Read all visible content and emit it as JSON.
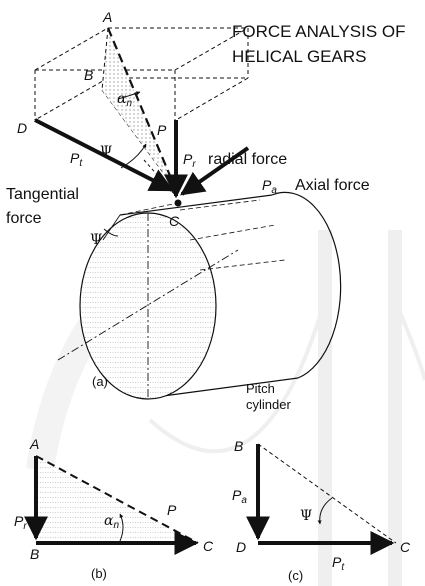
{
  "title": {
    "line1": "FORCE ANALYSIS OF",
    "line2": "HELICAL GEARS"
  },
  "labels": {
    "fig_a": {
      "A": "A",
      "B": "B",
      "C": "C",
      "D": "D",
      "P": "P",
      "Pt": "P",
      "Pt_sub": "t",
      "Pr": "P",
      "Pr_sub": "r",
      "Pa": "P",
      "Pa_sub": "a",
      "alpha": "α",
      "alpha_sub": "n",
      "psi": "Ψ",
      "psi2": "Ψ",
      "radial": "radial force",
      "axial": "Axial force",
      "tangential1": "Tangential",
      "tangential2": "force",
      "pitch1": "Pitch",
      "pitch2": "cylinder",
      "caption": "(a)"
    },
    "fig_b": {
      "A": "A",
      "B": "B",
      "C": "C",
      "P": "P",
      "Pr": "P",
      "Pr_sub": "r",
      "alpha": "α",
      "alpha_sub": "n",
      "caption": "(b)"
    },
    "fig_c": {
      "B": "B",
      "C": "C",
      "D": "D",
      "Pa": "P",
      "Pa_sub": "a",
      "Pt": "P",
      "Pt_sub": "t",
      "psi": "Ψ",
      "caption": "(c)"
    }
  },
  "colors": {
    "ink": "#111111",
    "watermark": "#f1f1f1",
    "dots": "#b5b5b5"
  }
}
